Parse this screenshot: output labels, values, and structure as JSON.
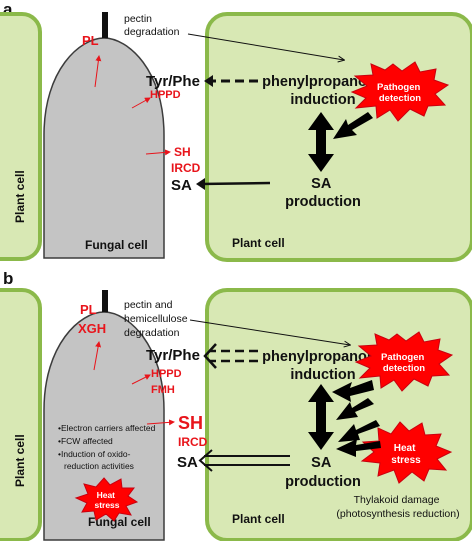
{
  "colors": {
    "plant_cell_fill": "#d8e8b4",
    "plant_cell_stroke": "#8bb94a",
    "fungal_fill": "#c4c4c4",
    "fungal_stroke": "#3c3c3c",
    "red_label": "#e8141b",
    "burst_fill": "#ff0000",
    "burst_stroke": "#c8000f"
  },
  "panel_a": {
    "letter": "a",
    "left_cell_label": "Plant cell",
    "fungal_label": "Fungal cell",
    "plant_cell_label": "Plant cell",
    "pectin_line1": "pectin",
    "pectin_line2": "degradation",
    "PL": "PL",
    "HPPD": "HPPD",
    "SH": "SH",
    "IRCD": "IRCD",
    "SA_left": "SA",
    "tyrphe": "Tyr/Phe",
    "phenyl_line1": "phenylpropanoid",
    "phenyl_line2": "induction",
    "sa_prod_line1": "SA",
    "sa_prod_line2": "production",
    "pathogen_line1": "Pathogen",
    "pathogen_line2": "detection"
  },
  "panel_b": {
    "letter": "b",
    "left_cell_label": "Plant cell",
    "fungal_label": "Fungal cell",
    "plant_cell_label": "Plant cell",
    "pectin_line1": "pectin and",
    "pectin_line2": "hemicellulose",
    "pectin_line3": "degradation",
    "PL": "PL",
    "XGH": "XGH",
    "HPPD": "HPPD",
    "FMH": "FMH",
    "SH": "SH",
    "IRCD": "IRCD",
    "SA_left": "SA",
    "tyrphe": "Tyr/Phe",
    "phenyl_line1": "phenylpropanoid",
    "phenyl_line2": "induction",
    "sa_prod_line1": "SA",
    "sa_prod_line2": "production",
    "pathogen_line1": "Pathogen",
    "pathogen_line2": "detection",
    "heat_right_line1": "Heat",
    "heat_right_line2": "stress",
    "heat_fungal_line1": "Heat",
    "heat_fungal_line2": "stress",
    "bullet1": "•Electron carriers affected",
    "bullet2": "•FCW affected",
    "bullet3": "•Induction of oxido-",
    "bullet4": "reduction activities",
    "thylakoid_line1": "Thylakoid damage",
    "thylakoid_line2": "(photosynthesis reduction)"
  }
}
